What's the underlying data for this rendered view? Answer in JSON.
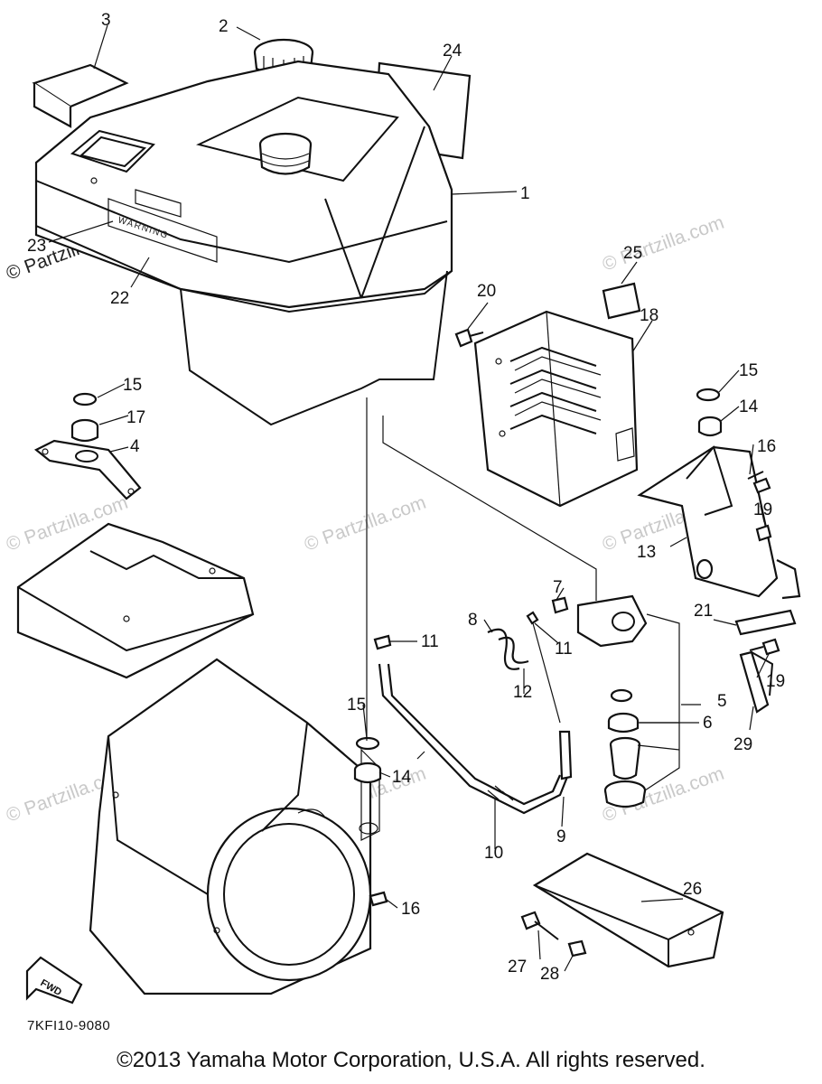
{
  "diagram": {
    "callouts": [
      {
        "id": "c1",
        "label": "1"
      },
      {
        "id": "c2",
        "label": "2"
      },
      {
        "id": "c3",
        "label": "3"
      },
      {
        "id": "c4",
        "label": "4"
      },
      {
        "id": "c5",
        "label": "5"
      },
      {
        "id": "c6",
        "label": "6"
      },
      {
        "id": "c7",
        "label": "7"
      },
      {
        "id": "c8",
        "label": "8"
      },
      {
        "id": "c9",
        "label": "9"
      },
      {
        "id": "c10",
        "label": "10"
      },
      {
        "id": "c11a",
        "label": "11"
      },
      {
        "id": "c11b",
        "label": "11"
      },
      {
        "id": "c12",
        "label": "12"
      },
      {
        "id": "c13",
        "label": "13"
      },
      {
        "id": "c14a",
        "label": "14"
      },
      {
        "id": "c14b",
        "label": "14"
      },
      {
        "id": "c15a",
        "label": "15"
      },
      {
        "id": "c15b",
        "label": "15"
      },
      {
        "id": "c15c",
        "label": "15"
      },
      {
        "id": "c16a",
        "label": "16"
      },
      {
        "id": "c16b",
        "label": "16"
      },
      {
        "id": "c17",
        "label": "17"
      },
      {
        "id": "c18",
        "label": "18"
      },
      {
        "id": "c19a",
        "label": "19"
      },
      {
        "id": "c19b",
        "label": "19"
      },
      {
        "id": "c20",
        "label": "20"
      },
      {
        "id": "c21",
        "label": "21"
      },
      {
        "id": "c22",
        "label": "22"
      },
      {
        "id": "c23",
        "label": "23"
      },
      {
        "id": "c24",
        "label": "24"
      },
      {
        "id": "c25",
        "label": "25"
      },
      {
        "id": "c26",
        "label": "26"
      },
      {
        "id": "c27",
        "label": "27"
      },
      {
        "id": "c28",
        "label": "28"
      },
      {
        "id": "c29",
        "label": "29"
      }
    ],
    "warning_label": "WARNING",
    "fwd_label": "FWD",
    "part_code": "7KFI10-9080",
    "watermark": "© Partzilla.com"
  },
  "footer": {
    "copyright": "©2013  Yamaha Motor Corporation, U.S.A. All rights reserved."
  }
}
